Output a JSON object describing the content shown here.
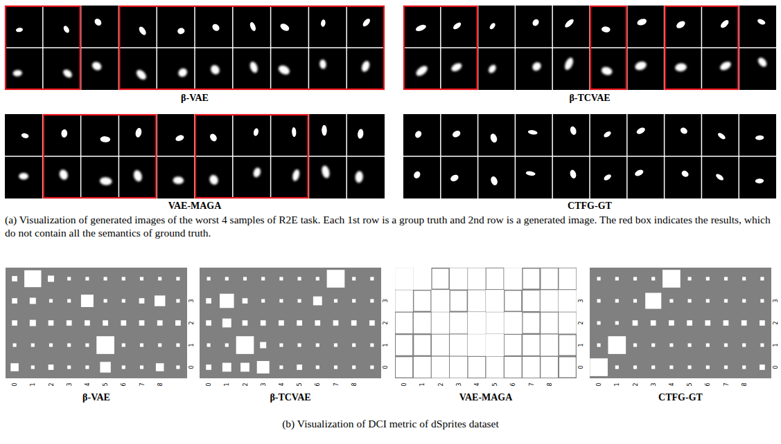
{
  "diagram": {
    "labels": [
      "β-VAE",
      "β-TCVAE",
      "VAE-MAGA",
      "CTFG-GT",
      "(a) Visualization of generated images of the worst 4 samples of R2E task. Each 1st row is a group truth and 2nd row is a generated image. The red box indicates the results, which do not contain all the semantics of ground truth.",
      "3",
      "2",
      "1",
      "0",
      "0",
      "1",
      "2",
      "3",
      "4",
      "5",
      "6",
      "7",
      "8",
      "β-VAE",
      "3",
      "2",
      "1",
      "0",
      "0",
      "1",
      "2",
      "3",
      "4",
      "5",
      "6",
      "7",
      "8",
      "β-TCVAE",
      "3",
      "2",
      "1",
      "0",
      "0",
      "1",
      "2",
      "3",
      "4",
      "5",
      "6",
      "7",
      "8",
      "VAE-MAGA",
      "3",
      "2",
      "1",
      "0",
      "0",
      "1",
      "2",
      "3",
      "4",
      "5",
      "6",
      "7",
      "8",
      "CTFG-GT",
      "(b) Visualization of DCI metric of dSprites dataset"
    ]
  }
}
